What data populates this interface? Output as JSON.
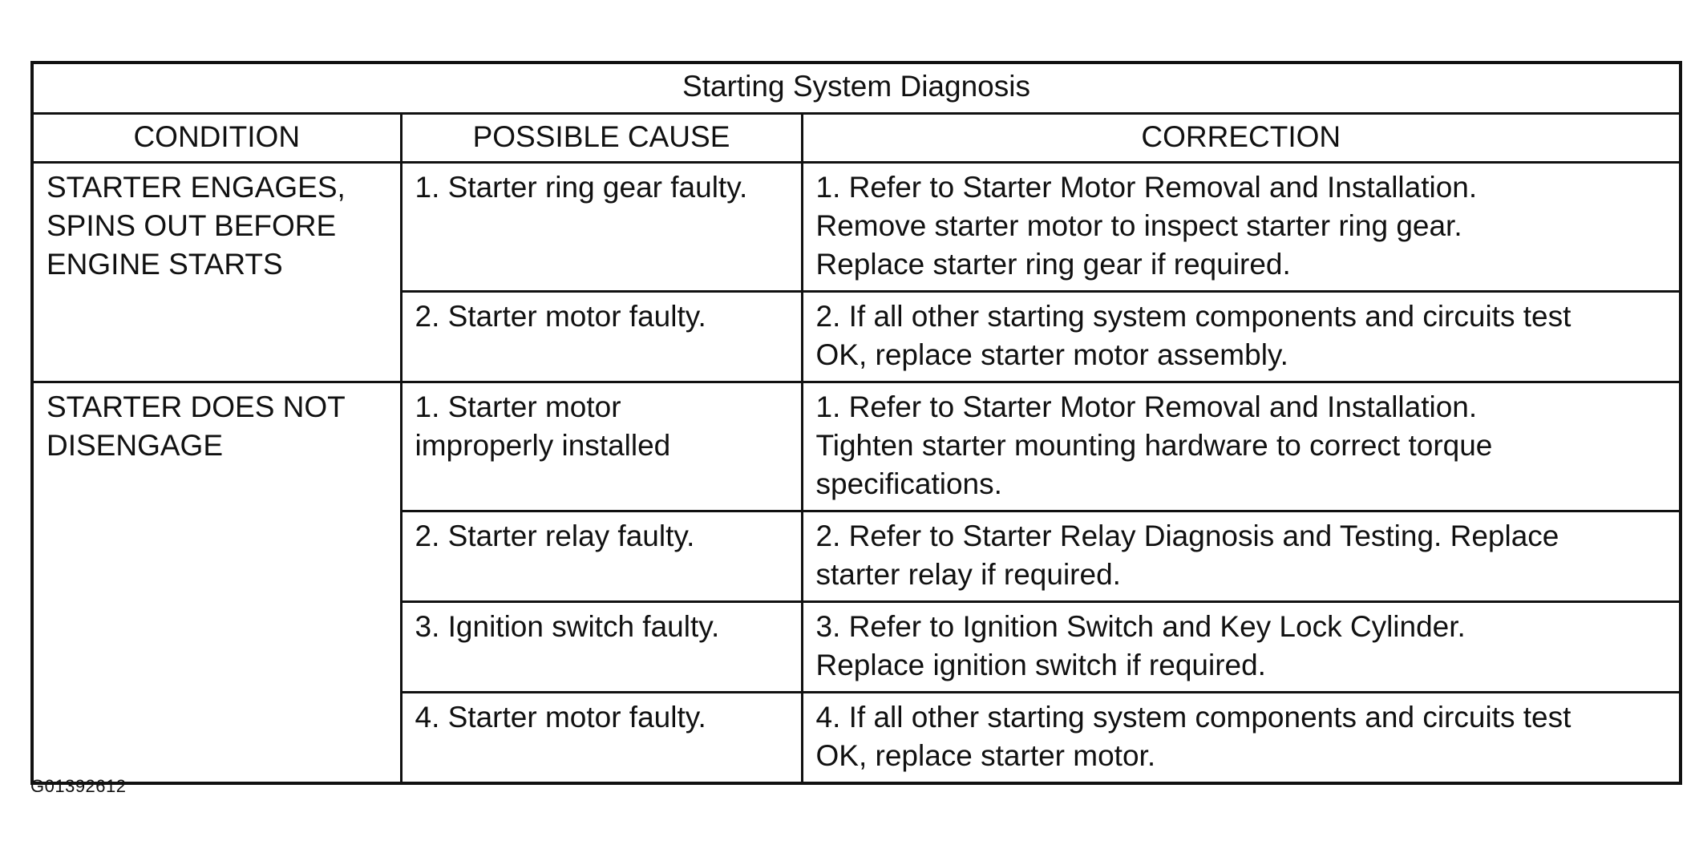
{
  "table": {
    "title": "Starting System Diagnosis",
    "headers": {
      "condition": "CONDITION",
      "cause": "POSSIBLE CAUSE",
      "correction": "CORRECTION"
    },
    "groups": [
      {
        "condition": "STARTER ENGAGES,\nSPINS OUT BEFORE\nENGINE STARTS",
        "rows": [
          {
            "cause": "1. Starter ring gear faulty.",
            "correction": "1. Refer to Starter Motor Removal and Installation.\nRemove starter motor to inspect starter ring gear.\nReplace starter ring gear if required."
          },
          {
            "cause": "2. Starter motor faulty.",
            "correction": "2. If all other starting system components and circuits test\nOK, replace starter motor assembly."
          }
        ]
      },
      {
        "condition": "STARTER DOES NOT\nDISENGAGE",
        "rows": [
          {
            "cause": "1. Starter motor\nimproperly installed",
            "correction": "1. Refer to Starter Motor Removal and Installation.\nTighten starter mounting hardware to correct torque\nspecifications."
          },
          {
            "cause": "2. Starter relay faulty.",
            "correction": "2. Refer to Starter Relay Diagnosis and Testing. Replace\nstarter relay if required."
          },
          {
            "cause": "3. Ignition switch faulty.",
            "correction": "3. Refer to Ignition Switch and Key Lock Cylinder.\nReplace ignition switch if required."
          },
          {
            "cause": "4. Starter motor faulty.",
            "correction": "4. If all other starting system components and circuits test\nOK, replace starter motor."
          }
        ]
      }
    ]
  },
  "figure_id": "G01392612"
}
